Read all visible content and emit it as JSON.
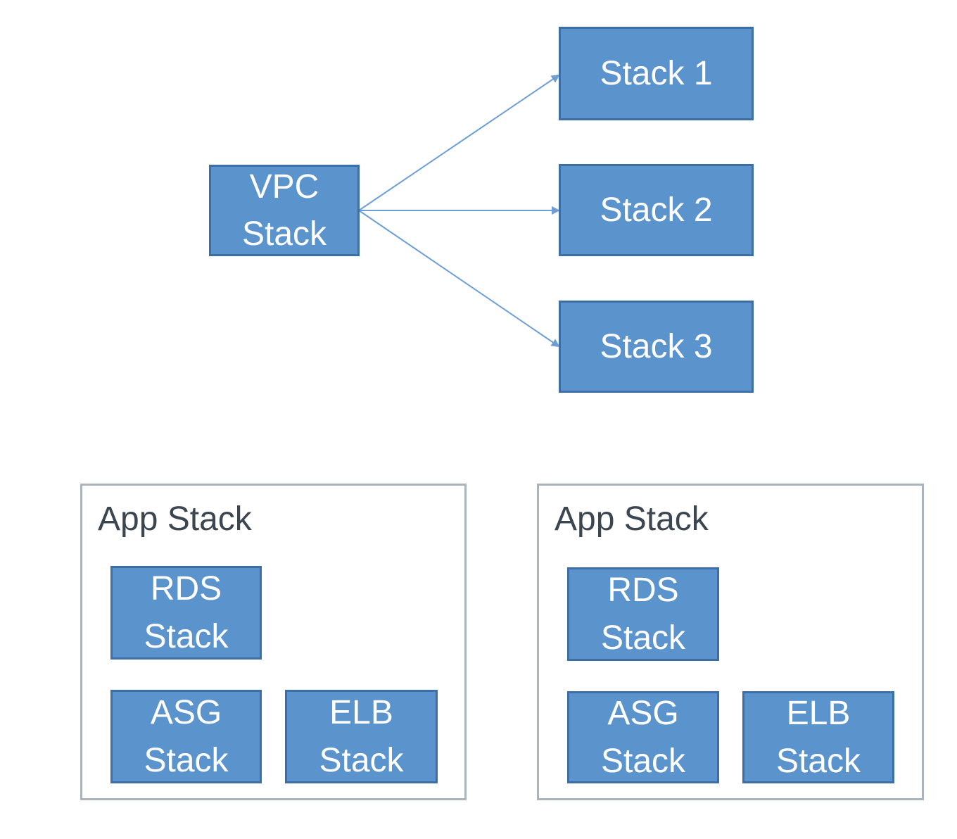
{
  "top": {
    "source": {
      "line1": "VPC",
      "line2": "Stack"
    },
    "targets": [
      {
        "label": "Stack 1"
      },
      {
        "label": "Stack 2"
      },
      {
        "label": "Stack 3"
      }
    ]
  },
  "app_stacks": [
    {
      "title": "App Stack",
      "rds": {
        "line1": "RDS",
        "line2": "Stack"
      },
      "asg": {
        "line1": "ASG",
        "line2": "Stack"
      },
      "elb": {
        "line1": "ELB",
        "line2": "Stack"
      }
    },
    {
      "title": "App Stack",
      "rds": {
        "line1": "RDS",
        "line2": "Stack"
      },
      "asg": {
        "line1": "ASG",
        "line2": "Stack"
      },
      "elb": {
        "line1": "ELB",
        "line2": "Stack"
      }
    }
  ],
  "colors": {
    "box_fill": "#5b93cd",
    "box_border": "#3d6ea5",
    "arrow": "#6d9fd4",
    "container_border": "#a9b4bf",
    "container_title": "#3b4650"
  }
}
